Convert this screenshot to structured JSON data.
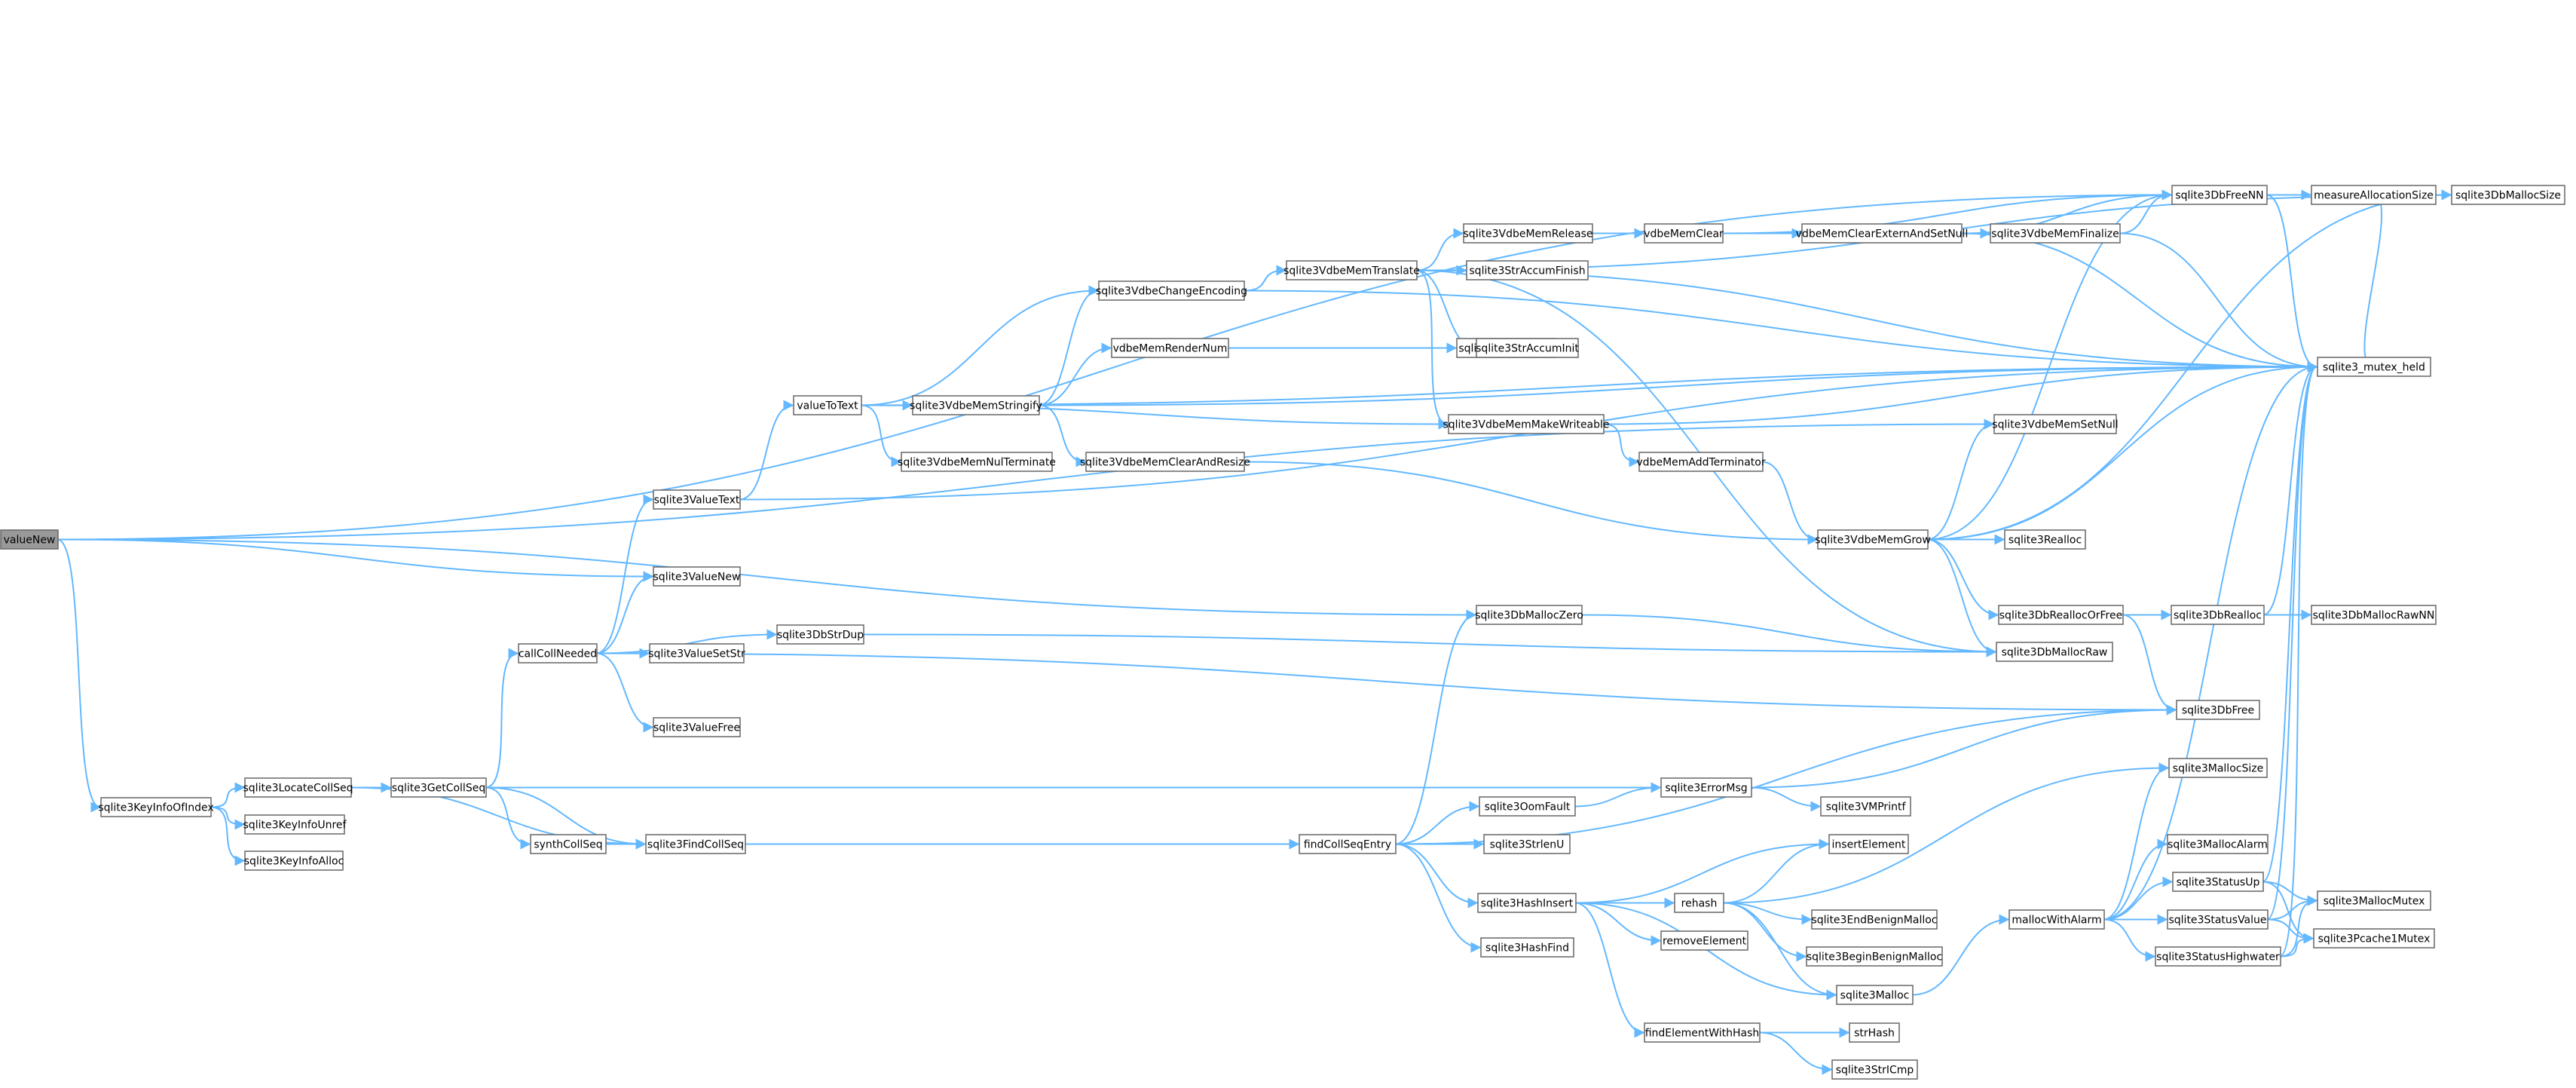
{
  "colors": {
    "edge": "#63B8FF",
    "node_border": "#666666",
    "root_fill": "#999999",
    "node_fill": "#ffffff"
  },
  "nodes": [
    {
      "id": "valueNew",
      "label": "valueNew"
    },
    {
      "id": "sqlite3KeyInfoOfIndex",
      "label": "sqlite3KeyInfoOfIndex"
    },
    {
      "id": "sqlite3LocateCollSeq",
      "label": "sqlite3LocateCollSeq"
    },
    {
      "id": "sqlite3KeyInfoUnref",
      "label": "sqlite3KeyInfoUnref"
    },
    {
      "id": "sqlite3KeyInfoAlloc",
      "label": "sqlite3KeyInfoAlloc"
    },
    {
      "id": "sqlite3GetCollSeq",
      "label": "sqlite3GetCollSeq"
    },
    {
      "id": "callCollNeeded",
      "label": "callCollNeeded"
    },
    {
      "id": "synthCollSeq",
      "label": "synthCollSeq"
    },
    {
      "id": "sqlite3FindCollSeq",
      "label": "sqlite3FindCollSeq"
    },
    {
      "id": "sqlite3ValueText",
      "label": "sqlite3ValueText"
    },
    {
      "id": "sqlite3ValueNew",
      "label": "sqlite3ValueNew"
    },
    {
      "id": "sqlite3DbStrDup",
      "label": "sqlite3DbStrDup"
    },
    {
      "id": "sqlite3ValueSetStr",
      "label": "sqlite3ValueSetStr"
    },
    {
      "id": "sqlite3ValueFree",
      "label": "sqlite3ValueFree"
    },
    {
      "id": "valueToText",
      "label": "valueToText"
    },
    {
      "id": "sqlite3VdbeMemStringify",
      "label": "sqlite3VdbeMemStringify"
    },
    {
      "id": "sqlite3VdbeMemNulTerminate",
      "label": "sqlite3VdbeMemNulTerminate"
    },
    {
      "id": "sqlite3VdbeChangeEncoding",
      "label": "sqlite3VdbeChangeEncoding"
    },
    {
      "id": "vdbeMemRenderNum",
      "label": "vdbeMemRenderNum"
    },
    {
      "id": "sqlite3VdbeMemClearAndResize",
      "label": "sqlite3VdbeMemClearAndResize"
    },
    {
      "id": "sqlite3VdbeMemTranslate",
      "label": "sqlite3VdbeMemTranslate"
    },
    {
      "id": "sqlite3Int64ToText",
      "label": "sqlite3Int64ToText"
    },
    {
      "id": "sqlite3VdbeMemRelease",
      "label": "sqlite3VdbeMemRelease"
    },
    {
      "id": "sqlite3StrAccumFinish",
      "label": "sqlite3StrAccumFinish"
    },
    {
      "id": "sqlite3StrAccumInit",
      "label": "sqlite3StrAccumInit"
    },
    {
      "id": "sqlite3VdbeMemMakeWriteable",
      "label": "sqlite3VdbeMemMakeWriteable"
    },
    {
      "id": "sqlite3DbMallocZero",
      "label": "sqlite3DbMallocZero"
    },
    {
      "id": "findCollSeqEntry",
      "label": "findCollSeqEntry"
    },
    {
      "id": "sqlite3OomFault",
      "label": "sqlite3OomFault"
    },
    {
      "id": "sqlite3StrlenU",
      "label": "sqlite3StrlenU"
    },
    {
      "id": "sqlite3HashInsert",
      "label": "sqlite3HashInsert"
    },
    {
      "id": "sqlite3HashFind",
      "label": "sqlite3HashFind"
    },
    {
      "id": "sqlite3ErrorMsg",
      "label": "sqlite3ErrorMsg"
    },
    {
      "id": "sqlite3VMPrintf",
      "label": "sqlite3VMPrintf"
    },
    {
      "id": "vdbeMemClear",
      "label": "vdbeMemClear"
    },
    {
      "id": "vdbeMemAddTerminator",
      "label": "vdbeMemAddTerminator"
    },
    {
      "id": "rehash",
      "label": "rehash"
    },
    {
      "id": "removeElement",
      "label": "removeElement"
    },
    {
      "id": "findElementWithHash",
      "label": "findElementWithHash"
    },
    {
      "id": "insertElement",
      "label": "insertElement"
    },
    {
      "id": "sqlite3EndBenignMalloc",
      "label": "sqlite3EndBenignMalloc"
    },
    {
      "id": "sqlite3BeginBenignMalloc",
      "label": "sqlite3BeginBenignMalloc"
    },
    {
      "id": "sqlite3Malloc",
      "label": "sqlite3Malloc"
    },
    {
      "id": "strHash",
      "label": "strHash"
    },
    {
      "id": "sqlite3StrICmp",
      "label": "sqlite3StrICmp"
    },
    {
      "id": "vdbeMemClearExternAndSetNull",
      "label": "vdbeMemClearExternAndSetNull"
    },
    {
      "id": "sqlite3VdbeMemGrow",
      "label": "sqlite3VdbeMemGrow"
    },
    {
      "id": "sqlite3VdbeMemSetNull",
      "label": "sqlite3VdbeMemSetNull"
    },
    {
      "id": "sqlite3Realloc",
      "label": "sqlite3Realloc"
    },
    {
      "id": "sqlite3DbReallocOrFree",
      "label": "sqlite3DbReallocOrFree"
    },
    {
      "id": "sqlite3DbMallocRaw",
      "label": "sqlite3DbMallocRaw"
    },
    {
      "id": "mallocWithAlarm",
      "label": "mallocWithAlarm"
    },
    {
      "id": "sqlite3VdbeMemFinalize",
      "label": "sqlite3VdbeMemFinalize"
    },
    {
      "id": "sqlite3DbFreeNN",
      "label": "sqlite3DbFreeNN"
    },
    {
      "id": "sqlite3DbRealloc",
      "label": "sqlite3DbRealloc"
    },
    {
      "id": "sqlite3DbFree",
      "label": "sqlite3DbFree"
    },
    {
      "id": "sqlite3MallocSize",
      "label": "sqlite3MallocSize"
    },
    {
      "id": "sqlite3MallocAlarm",
      "label": "sqlite3MallocAlarm"
    },
    {
      "id": "sqlite3StatusUp",
      "label": "sqlite3StatusUp"
    },
    {
      "id": "sqlite3StatusValue",
      "label": "sqlite3StatusValue"
    },
    {
      "id": "sqlite3StatusHighwater",
      "label": "sqlite3StatusHighwater"
    },
    {
      "id": "measureAllocationSize",
      "label": "measureAllocationSize"
    },
    {
      "id": "sqlite3_mutex_held",
      "label": "sqlite3_mutex_held"
    },
    {
      "id": "sqlite3DbMallocRawNN",
      "label": "sqlite3DbMallocRawNN"
    },
    {
      "id": "sqlite3MallocMutex",
      "label": "sqlite3MallocMutex"
    },
    {
      "id": "sqlite3Pcache1Mutex",
      "label": "sqlite3Pcache1Mutex"
    },
    {
      "id": "sqlite3DbMallocSize",
      "label": "sqlite3DbMallocSize"
    }
  ],
  "edges": [
    [
      "valueNew",
      "sqlite3KeyInfoOfIndex"
    ],
    [
      "valueNew",
      "sqlite3ValueNew"
    ],
    [
      "valueNew",
      "sqlite3DbMallocZero"
    ],
    [
      "valueNew",
      "sqlite3VdbeMemSetNull"
    ],
    [
      "valueNew",
      "sqlite3DbFreeNN"
    ],
    [
      "sqlite3KeyInfoOfIndex",
      "sqlite3LocateCollSeq"
    ],
    [
      "sqlite3KeyInfoOfIndex",
      "sqlite3KeyInfoUnref"
    ],
    [
      "sqlite3KeyInfoOfIndex",
      "sqlite3KeyInfoAlloc"
    ],
    [
      "sqlite3LocateCollSeq",
      "sqlite3GetCollSeq"
    ],
    [
      "sqlite3LocateCollSeq",
      "sqlite3FindCollSeq"
    ],
    [
      "sqlite3GetCollSeq",
      "callCollNeeded"
    ],
    [
      "sqlite3GetCollSeq",
      "synthCollSeq"
    ],
    [
      "sqlite3GetCollSeq",
      "sqlite3FindCollSeq"
    ],
    [
      "sqlite3GetCollSeq",
      "sqlite3ErrorMsg"
    ],
    [
      "synthCollSeq",
      "sqlite3FindCollSeq"
    ],
    [
      "callCollNeeded",
      "sqlite3ValueText"
    ],
    [
      "callCollNeeded",
      "sqlite3ValueNew"
    ],
    [
      "callCollNeeded",
      "sqlite3DbStrDup"
    ],
    [
      "callCollNeeded",
      "sqlite3ValueSetStr"
    ],
    [
      "callCollNeeded",
      "sqlite3ValueFree"
    ],
    [
      "callCollNeeded",
      "sqlite3DbFree"
    ],
    [
      "sqlite3FindCollSeq",
      "findCollSeqEntry"
    ],
    [
      "sqlite3ValueText",
      "valueToText"
    ],
    [
      "sqlite3ValueText",
      "sqlite3_mutex_held"
    ],
    [
      "sqlite3DbStrDup",
      "sqlite3DbMallocRaw"
    ],
    [
      "valueToText",
      "sqlite3VdbeMemStringify"
    ],
    [
      "valueToText",
      "sqlite3VdbeMemNulTerminate"
    ],
    [
      "valueToText",
      "sqlite3VdbeChangeEncoding"
    ],
    [
      "valueToText",
      "sqlite3VdbeMemMakeWriteable"
    ],
    [
      "valueToText",
      "sqlite3_mutex_held"
    ],
    [
      "sqlite3VdbeMemStringify",
      "sqlite3VdbeChangeEncoding"
    ],
    [
      "sqlite3VdbeMemStringify",
      "vdbeMemRenderNum"
    ],
    [
      "sqlite3VdbeMemStringify",
      "sqlite3VdbeMemClearAndResize"
    ],
    [
      "sqlite3VdbeMemStringify",
      "sqlite3_mutex_held"
    ],
    [
      "sqlite3VdbeChangeEncoding",
      "sqlite3VdbeMemTranslate"
    ],
    [
      "sqlite3VdbeChangeEncoding",
      "sqlite3_mutex_held"
    ],
    [
      "vdbeMemRenderNum",
      "sqlite3Int64ToText"
    ],
    [
      "vdbeMemRenderNum",
      "sqlite3StrAccumInit"
    ],
    [
      "sqlite3VdbeMemClearAndResize",
      "sqlite3VdbeMemGrow"
    ],
    [
      "sqlite3VdbeMemTranslate",
      "sqlite3VdbeMemRelease"
    ],
    [
      "sqlite3VdbeMemTranslate",
      "sqlite3StrAccumFinish"
    ],
    [
      "sqlite3VdbeMemTranslate",
      "sqlite3StrAccumInit"
    ],
    [
      "sqlite3VdbeMemTranslate",
      "sqlite3VdbeMemMakeWriteable"
    ],
    [
      "sqlite3VdbeMemTranslate",
      "sqlite3DbMallocRaw"
    ],
    [
      "sqlite3VdbeMemTranslate",
      "sqlite3_mutex_held"
    ],
    [
      "sqlite3VdbeMemTranslate",
      "sqlite3DbMallocSize"
    ],
    [
      "sqlite3VdbeMemRelease",
      "vdbeMemClear"
    ],
    [
      "sqlite3VdbeMemMakeWriteable",
      "vdbeMemAddTerminator"
    ],
    [
      "sqlite3VdbeMemMakeWriteable",
      "sqlite3_mutex_held"
    ],
    [
      "vdbeMemAddTerminator",
      "sqlite3VdbeMemGrow"
    ],
    [
      "vdbeMemClear",
      "vdbeMemClearExternAndSetNull"
    ],
    [
      "vdbeMemClear",
      "sqlite3DbFreeNN"
    ],
    [
      "vdbeMemClearExternAndSetNull",
      "sqlite3VdbeMemFinalize"
    ],
    [
      "vdbeMemClearExternAndSetNull",
      "sqlite3DbFreeNN"
    ],
    [
      "vdbeMemClearExternAndSetNull",
      "sqlite3_mutex_held"
    ],
    [
      "sqlite3VdbeMemFinalize",
      "sqlite3DbFreeNN"
    ],
    [
      "sqlite3VdbeMemFinalize",
      "sqlite3_mutex_held"
    ],
    [
      "sqlite3DbMallocZero",
      "sqlite3DbMallocRaw"
    ],
    [
      "findCollSeqEntry",
      "sqlite3DbMallocZero"
    ],
    [
      "findCollSeqEntry",
      "sqlite3OomFault"
    ],
    [
      "findCollSeqEntry",
      "sqlite3StrlenU"
    ],
    [
      "findCollSeqEntry",
      "sqlite3HashInsert"
    ],
    [
      "findCollSeqEntry",
      "sqlite3HashFind"
    ],
    [
      "findCollSeqEntry",
      "sqlite3DbFree"
    ],
    [
      "sqlite3OomFault",
      "sqlite3ErrorMsg"
    ],
    [
      "sqlite3ErrorMsg",
      "sqlite3VMPrintf"
    ],
    [
      "sqlite3ErrorMsg",
      "sqlite3DbFree"
    ],
    [
      "sqlite3HashInsert",
      "rehash"
    ],
    [
      "sqlite3HashInsert",
      "removeElement"
    ],
    [
      "sqlite3HashInsert",
      "findElementWithHash"
    ],
    [
      "sqlite3HashInsert",
      "insertElement"
    ],
    [
      "sqlite3HashInsert",
      "sqlite3Malloc"
    ],
    [
      "rehash",
      "insertElement"
    ],
    [
      "rehash",
      "sqlite3EndBenignMalloc"
    ],
    [
      "rehash",
      "sqlite3BeginBenignMalloc"
    ],
    [
      "rehash",
      "sqlite3Malloc"
    ],
    [
      "rehash",
      "sqlite3MallocSize"
    ],
    [
      "findElementWithHash",
      "strHash"
    ],
    [
      "findElementWithHash",
      "sqlite3StrICmp"
    ],
    [
      "sqlite3Malloc",
      "mallocWithAlarm"
    ],
    [
      "mallocWithAlarm",
      "sqlite3MallocSize"
    ],
    [
      "mallocWithAlarm",
      "sqlite3MallocAlarm"
    ],
    [
      "mallocWithAlarm",
      "sqlite3StatusUp"
    ],
    [
      "mallocWithAlarm",
      "sqlite3StatusValue"
    ],
    [
      "mallocWithAlarm",
      "sqlite3StatusHighwater"
    ],
    [
      "mallocWithAlarm",
      "sqlite3_mutex_held"
    ],
    [
      "sqlite3StatusUp",
      "sqlite3MallocMutex"
    ],
    [
      "sqlite3StatusUp",
      "sqlite3Pcache1Mutex"
    ],
    [
      "sqlite3StatusUp",
      "sqlite3_mutex_held"
    ],
    [
      "sqlite3StatusValue",
      "sqlite3MallocMutex"
    ],
    [
      "sqlite3StatusValue",
      "sqlite3Pcache1Mutex"
    ],
    [
      "sqlite3StatusValue",
      "sqlite3_mutex_held"
    ],
    [
      "sqlite3StatusHighwater",
      "sqlite3MallocMutex"
    ],
    [
      "sqlite3StatusHighwater",
      "sqlite3Pcache1Mutex"
    ],
    [
      "sqlite3StatusHighwater",
      "sqlite3_mutex_held"
    ],
    [
      "sqlite3VdbeMemGrow",
      "sqlite3VdbeMemSetNull"
    ],
    [
      "sqlite3VdbeMemGrow",
      "sqlite3Realloc"
    ],
    [
      "sqlite3VdbeMemGrow",
      "sqlite3DbReallocOrFree"
    ],
    [
      "sqlite3VdbeMemGrow",
      "sqlite3DbMallocRaw"
    ],
    [
      "sqlite3VdbeMemGrow",
      "sqlite3DbFreeNN"
    ],
    [
      "sqlite3VdbeMemGrow",
      "sqlite3_mutex_held"
    ],
    [
      "sqlite3VdbeMemGrow",
      "sqlite3DbMallocSize"
    ],
    [
      "sqlite3DbReallocOrFree",
      "sqlite3DbRealloc"
    ],
    [
      "sqlite3DbReallocOrFree",
      "sqlite3DbFree"
    ],
    [
      "sqlite3DbRealloc",
      "sqlite3DbMallocRawNN"
    ],
    [
      "sqlite3DbRealloc",
      "sqlite3_mutex_held"
    ],
    [
      "sqlite3DbFreeNN",
      "measureAllocationSize"
    ],
    [
      "sqlite3DbFreeNN",
      "sqlite3_mutex_held"
    ],
    [
      "measureAllocationSize",
      "sqlite3DbMallocSize"
    ],
    [
      "measureAllocationSize",
      "sqlite3_mutex_held"
    ]
  ]
}
